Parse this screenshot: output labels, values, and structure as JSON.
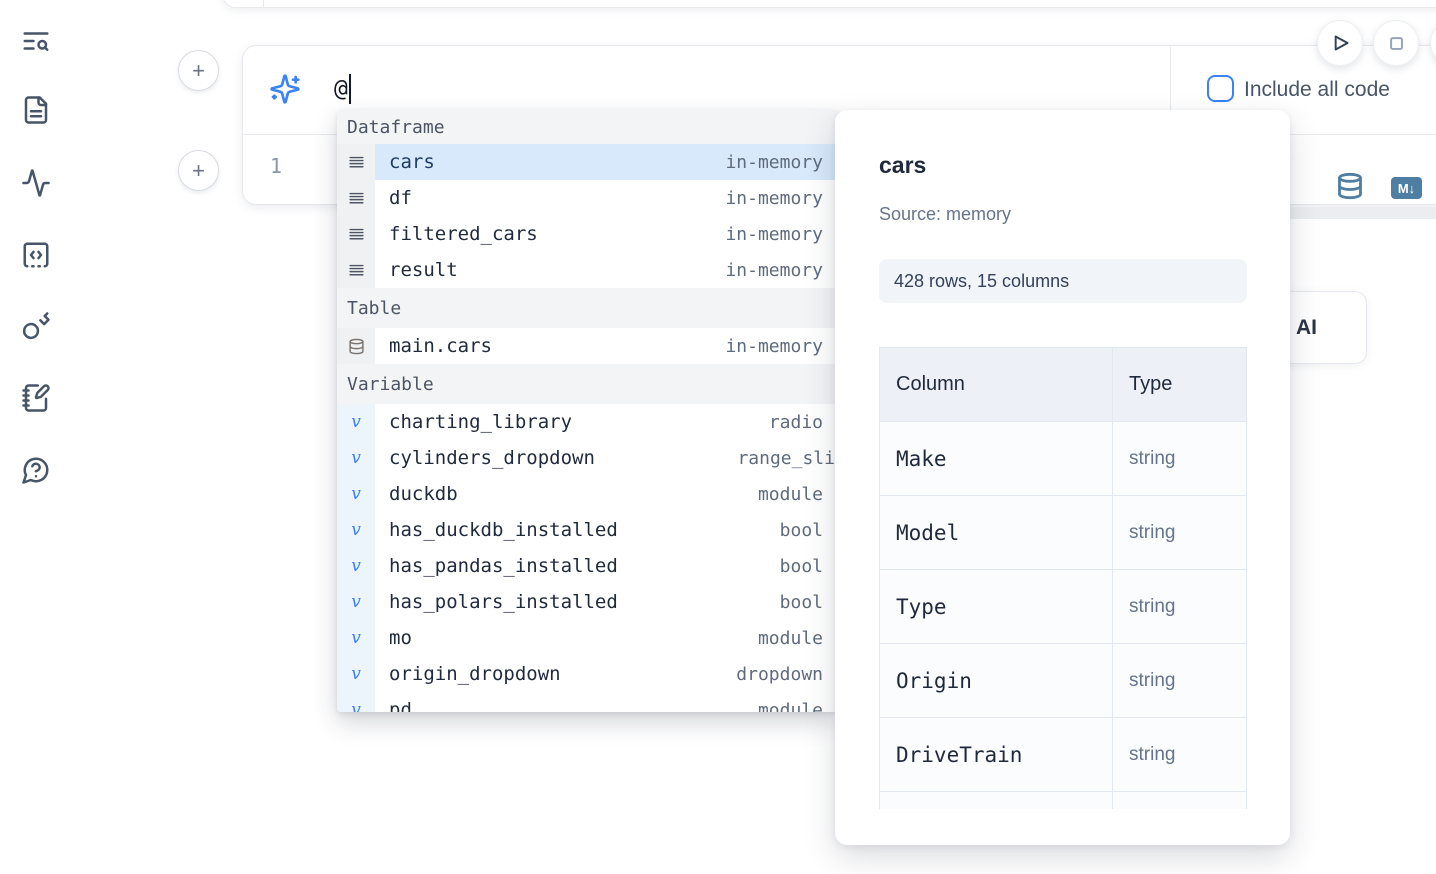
{
  "colors": {
    "accent_blue": "#3b82f6",
    "selection_blue": "#d8e9fb",
    "steel_icon_blue": "#4e7fa3",
    "sidebar_icon": "#475569",
    "muted_text": "#64748b",
    "dark_text": "#1e293b"
  },
  "sidebar": {
    "icons": [
      "text-search-icon",
      "file-text-icon",
      "activity-icon",
      "code-cell-icon",
      "key-icon",
      "notebook-pen-icon",
      "help-circle-icon"
    ]
  },
  "add_cell": {
    "top_label": "+",
    "bottom_label": "+"
  },
  "run_controls": {
    "play_icon": "play-icon",
    "stop_icon": "stop-icon"
  },
  "ai_prompt": {
    "sparkle_icon": "sparkles-icon",
    "value": "@",
    "include_checkbox": {
      "label": "Include all code",
      "checked": false
    }
  },
  "code_cell": {
    "line_number": "1",
    "toolbar_icons": [
      "database-icon",
      "markdown-icon"
    ],
    "markdown_badge": "M↓"
  },
  "overlapped_ai_button": {
    "label": "AI"
  },
  "autocomplete": {
    "sections": [
      {
        "label": "Dataframe",
        "items": [
          {
            "name": "cars",
            "type": "in-memory",
            "icon": "dataframe-icon",
            "selected": true
          },
          {
            "name": "df",
            "type": "in-memory",
            "icon": "dataframe-icon",
            "selected": false
          },
          {
            "name": "filtered_cars",
            "type": "in-memory",
            "icon": "dataframe-icon",
            "selected": false
          },
          {
            "name": "result",
            "type": "in-memory",
            "icon": "dataframe-icon",
            "selected": false
          }
        ]
      },
      {
        "label": "Table",
        "items": [
          {
            "name": "main.cars",
            "type": "in-memory",
            "icon": "database-icon",
            "selected": false
          }
        ]
      },
      {
        "label": "Variable",
        "items": [
          {
            "name": "charting_library",
            "type": "radio",
            "icon": "variable-icon",
            "selected": false
          },
          {
            "name": "cylinders_dropdown",
            "type": "range_sli",
            "icon": "variable-icon",
            "selected": false
          },
          {
            "name": "duckdb",
            "type": "module",
            "icon": "variable-icon",
            "selected": false
          },
          {
            "name": "has_duckdb_installed",
            "type": "bool",
            "icon": "variable-icon",
            "selected": false
          },
          {
            "name": "has_pandas_installed",
            "type": "bool",
            "icon": "variable-icon",
            "selected": false
          },
          {
            "name": "has_polars_installed",
            "type": "bool",
            "icon": "variable-icon",
            "selected": false
          },
          {
            "name": "mo",
            "type": "module",
            "icon": "variable-icon",
            "selected": false
          },
          {
            "name": "origin_dropdown",
            "type": "dropdown",
            "icon": "variable-icon",
            "selected": false
          },
          {
            "name": "pd",
            "type": "module",
            "icon": "variable-icon",
            "selected": false
          }
        ]
      }
    ]
  },
  "preview": {
    "title": "cars",
    "source": "Source: memory",
    "shape_badge": "428 rows, 15 columns",
    "table": {
      "headers": [
        "Column",
        "Type"
      ],
      "rows": [
        [
          "Make",
          "string"
        ],
        [
          "Model",
          "string"
        ],
        [
          "Type",
          "string"
        ],
        [
          "Origin",
          "string"
        ],
        [
          "DriveTrain",
          "string"
        ]
      ]
    }
  }
}
